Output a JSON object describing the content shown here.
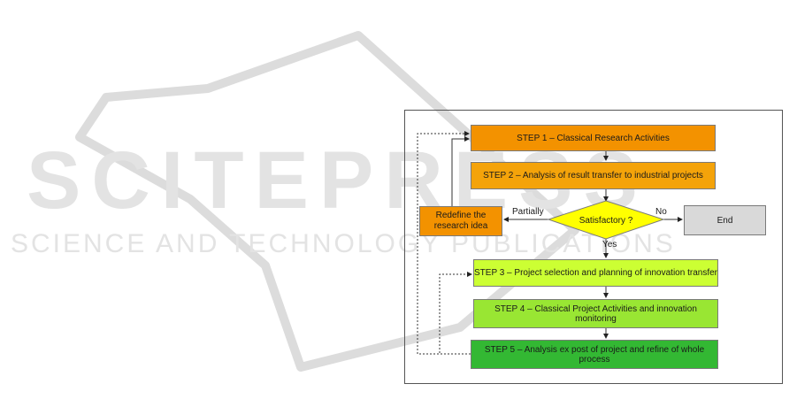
{
  "watermark": {
    "brand": "SCITEPRESS",
    "tagline": "SCIENCE AND TECHNOLOGY PUBLICATIONS"
  },
  "diagram": {
    "step1": "STEP 1 – Classical Research Activities",
    "step2": "STEP 2 – Analysis of result transfer to industrial projects",
    "decision": "Satisfactory ?",
    "redefine": "Redefine the research idea",
    "end": "End",
    "step3": "STEP 3 – Project selection and planning of innovation transfer",
    "step4": "STEP 4 – Classical Project Activities and innovation monitoring",
    "step5": "STEP 5 – Analysis ex post of project and refine of whole process",
    "label_partially": "Partially",
    "label_no": "No",
    "label_yes": "Yes"
  },
  "colors": {
    "step1": "#f39200",
    "step2": "#f4a30a",
    "decision": "#ffff00",
    "redefine": "#f39200",
    "end": "#d9d9d9",
    "step3": "#ccff33",
    "step4": "#99e633",
    "step5": "#33b833"
  }
}
